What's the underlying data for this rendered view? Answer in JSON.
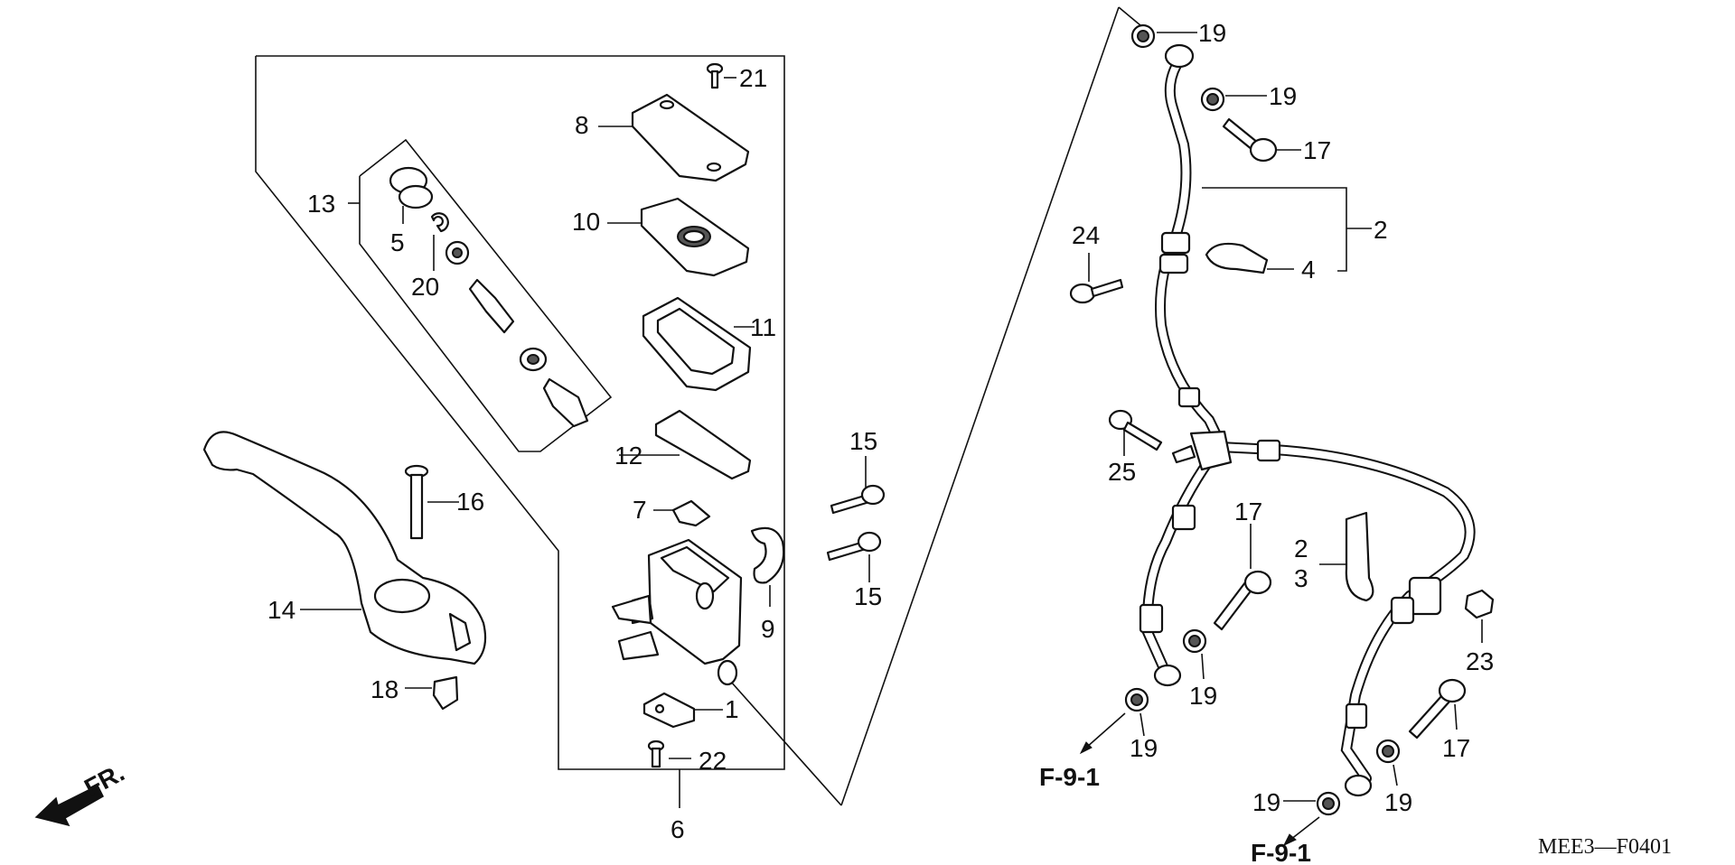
{
  "callouts": {
    "n1": "1",
    "n2a": "2",
    "n2b": "2",
    "n3": "3",
    "n4": "4",
    "n5": "5",
    "n6": "6",
    "n7": "7",
    "n8": "8",
    "n9": "9",
    "n10": "10",
    "n11": "11",
    "n12": "12",
    "n13": "13",
    "n14": "14",
    "n15a": "15",
    "n15b": "15",
    "n16": "16",
    "n17a": "17",
    "n17b": "17",
    "n17c": "17",
    "n18": "18",
    "n19a": "19",
    "n19b": "19",
    "n19c": "19",
    "n19d": "19",
    "n19e": "19",
    "n19f": "19",
    "n20": "20",
    "n21": "21",
    "n22": "22",
    "n23": "23",
    "n24": "24",
    "n25": "25"
  },
  "refs": {
    "ref_a": "F-9-1",
    "ref_b": "F-9-1"
  },
  "front_label": "FR.",
  "diagram_code": "MEE3—F0401",
  "colors": {
    "ink": "#111111",
    "paper": "#ffffff"
  }
}
